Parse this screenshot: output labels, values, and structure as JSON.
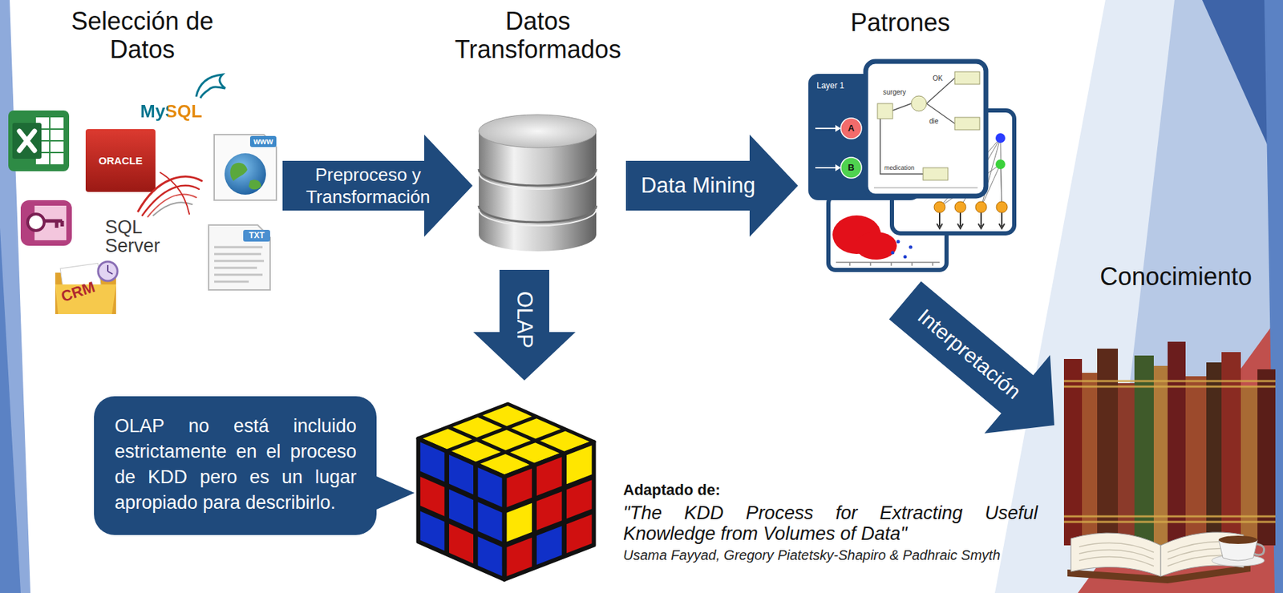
{
  "diagram": {
    "nodes": [
      {
        "text": [
          "Selección de Datos"
        ]
      },
      {
        "text": [
          "Datos Transformados"
        ]
      },
      {
        "text": [
          "Patrones"
        ]
      },
      {
        "text": [
          "Conocimiento"
        ]
      },
      {
        "text": [
          "OLAP no está incluido estrictamente en el proceso de KDD pero es un lugar apropiado para describirlo."
        ]
      }
    ],
    "edges": [
      {
        "from": 0,
        "to": 1,
        "label": "Preproceso y Transformación",
        "arrow": "to"
      },
      {
        "from": 1,
        "to": 2,
        "label": "Data Mining",
        "arrow": "to"
      },
      {
        "from": 1,
        "to": 4,
        "label": "OLAP",
        "arrow": "to"
      },
      {
        "from": 2,
        "to": 3,
        "label": "Interpretación",
        "arrow": "to"
      }
    ],
    "labels": [
      "MySQL",
      "ORACLE",
      "SQL Server",
      "www",
      "TXT",
      "CRM",
      "Layer 1",
      "A",
      "B",
      "OK",
      "surgery",
      "die",
      "medication",
      "Adaptado de:",
      "\"The KDD Process for Extracting Useful Knowledge from Volumes of Data\"",
      "Usama Fayyad, Gregory Piatetsky-Shapiro & Padhraic Smyth"
    ]
  }
}
